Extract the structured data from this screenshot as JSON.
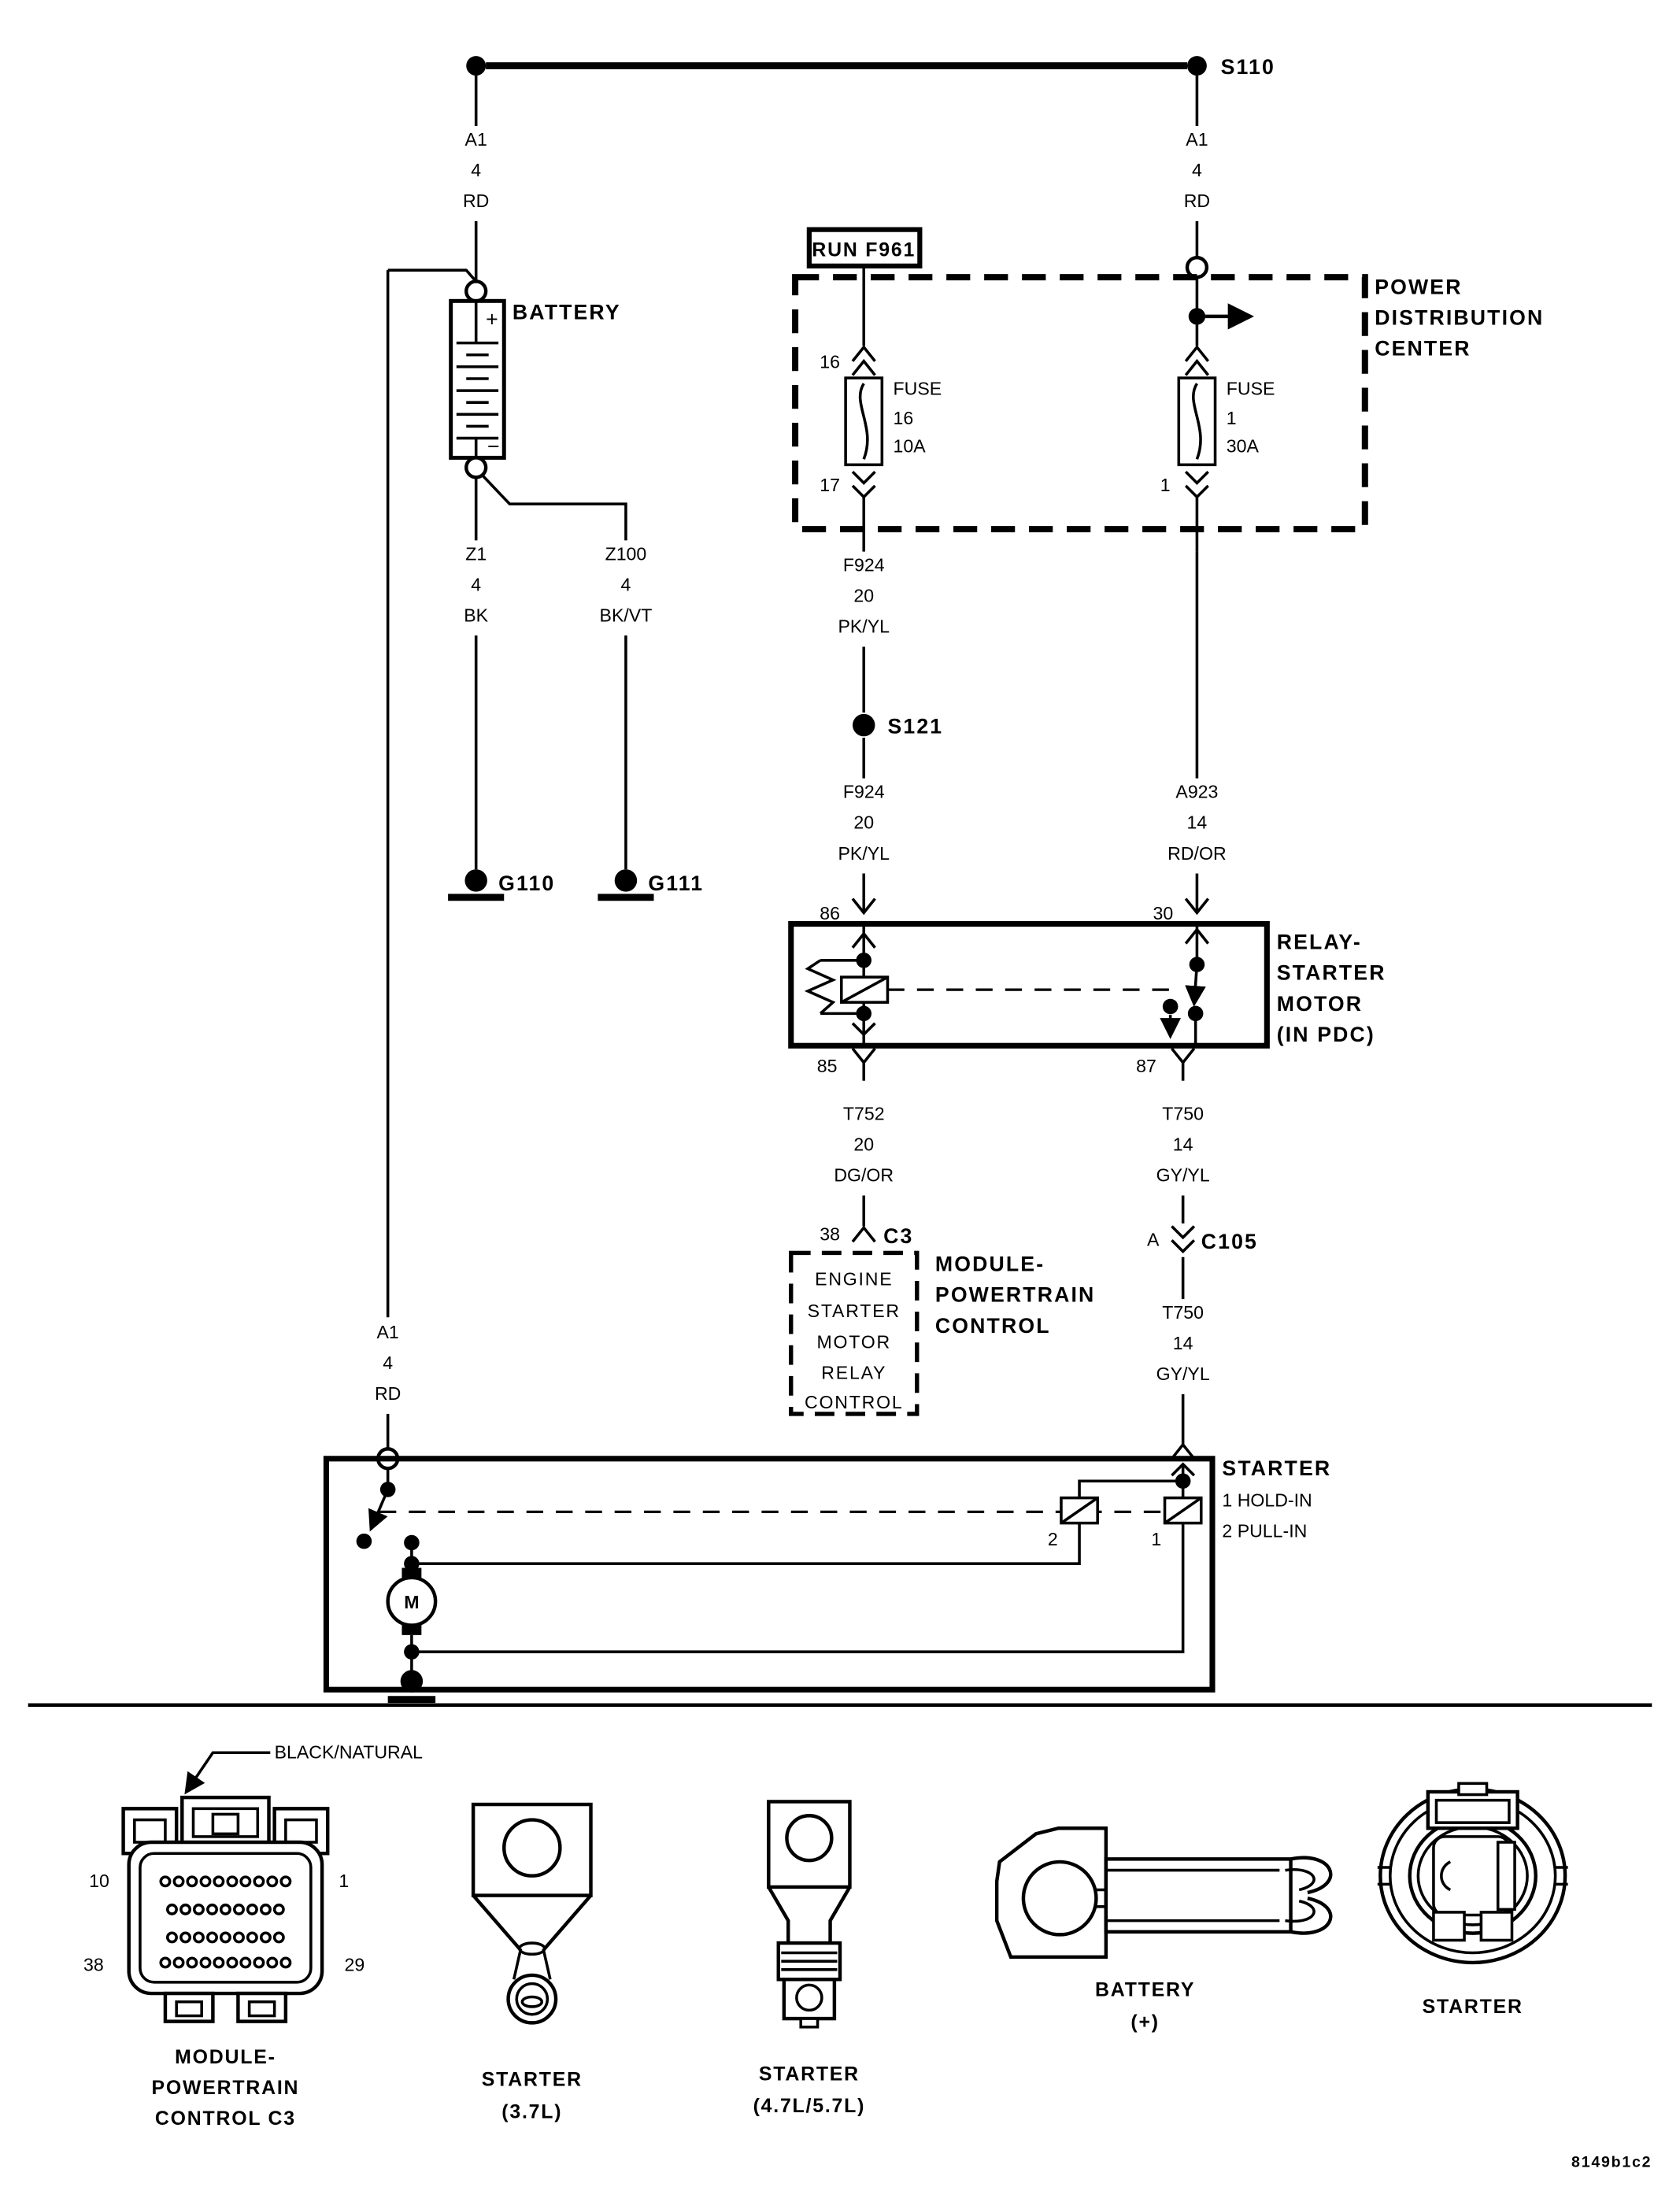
{
  "page": {
    "code": "8149b1c2"
  },
  "splices": {
    "s110": "S110",
    "s121": "S121"
  },
  "grounds": {
    "g110": "G110",
    "g111": "G111"
  },
  "battery": {
    "label": "BATTERY",
    "plus": "+",
    "minus": "−"
  },
  "wires": {
    "a1": {
      "circuit": "A1",
      "gauge": "4",
      "color": "RD"
    },
    "z1": {
      "circuit": "Z1",
      "gauge": "4",
      "color": "BK"
    },
    "z100": {
      "circuit": "Z100",
      "gauge": "4",
      "color": "BK/VT"
    },
    "f924": {
      "circuit": "F924",
      "gauge": "20",
      "color": "PK/YL"
    },
    "a923": {
      "circuit": "A923",
      "gauge": "14",
      "color": "RD/OR"
    },
    "t752": {
      "circuit": "T752",
      "gauge": "20",
      "color": "DG/OR"
    },
    "t750": {
      "circuit": "T750",
      "gauge": "14",
      "color": "GY/YL"
    }
  },
  "pdc": {
    "run_fuse": "RUN F961",
    "label": [
      "POWER",
      "DISTRIBUTION",
      "CENTER"
    ],
    "fuse16": {
      "title": "FUSE",
      "number": "16",
      "rating": "10A",
      "pin_in": "16",
      "pin_out": "17"
    },
    "fuse1": {
      "title": "FUSE",
      "number": "1",
      "rating": "30A",
      "pin_out": "1"
    }
  },
  "relay": {
    "label": [
      "RELAY-",
      "STARTER",
      "MOTOR",
      "(IN PDC)"
    ],
    "pins": {
      "p86": "86",
      "p30": "30",
      "p85": "85",
      "p87": "87"
    }
  },
  "module": {
    "box_text": [
      "ENGINE",
      "STARTER",
      "MOTOR",
      "RELAY",
      "CONTROL"
    ],
    "label": [
      "MODULE-",
      "POWERTRAIN",
      "CONTROL"
    ],
    "pin": "38",
    "connector": "C3"
  },
  "c105": {
    "pin": "A",
    "connector": "C105"
  },
  "starter": {
    "label": "STARTER",
    "legend": [
      "1 HOLD-IN",
      "2 PULL-IN"
    ],
    "coil_pull_in": "2",
    "coil_hold_in": "1",
    "motor": "M"
  },
  "connectors": {
    "c3_view": {
      "callout": "BLACK/NATURAL",
      "pins": {
        "top_left": "10",
        "top_right": "1",
        "bottom_left": "38",
        "bottom_right": "29"
      },
      "caption": [
        "MODULE-",
        "POWERTRAIN",
        "CONTROL C3"
      ]
    },
    "starter_37": {
      "caption": [
        "STARTER",
        "(3.7L)"
      ]
    },
    "starter_47": {
      "caption": [
        "STARTER",
        "(4.7L/5.7L)"
      ]
    },
    "battery_plus": {
      "caption": [
        "BATTERY",
        "(+)"
      ]
    },
    "starter_conn": {
      "caption": "STARTER"
    }
  }
}
